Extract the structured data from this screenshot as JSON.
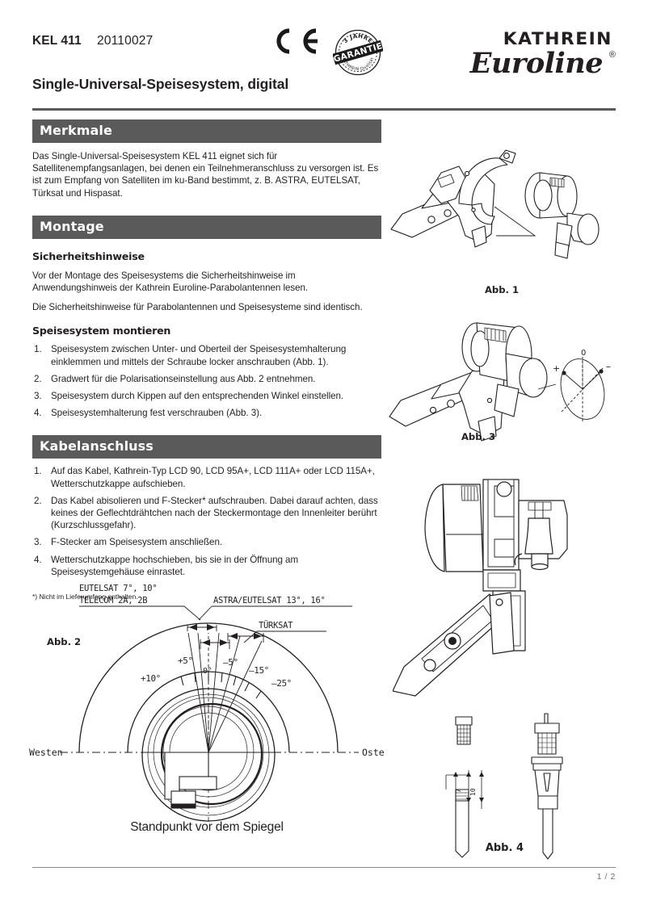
{
  "header": {
    "model": "KEL 411",
    "code": "20110027",
    "title": "Single-Universal-Speisesystem, digital",
    "ce_mark": "CE",
    "seal": {
      "top_text": "3 JAHRE",
      "band_text": "GARANTIE",
      "bottom_text": "KATHREIN Qualität"
    },
    "brand": {
      "name": "KATHREIN",
      "product_line": "Euroline",
      "registered_mark": "®"
    }
  },
  "sections": {
    "merkmale": {
      "band_label": "Merkmale",
      "paragraphs": [
        "Das Single-Universal-Speisesystem KEL 411 eignet sich für Satellitenempfangsanlagen, bei denen ein Teilnehmeranschluss zu versorgen ist. Es ist zum Empfang von Satelliten im ku-Band bestimmt, z. B. ASTRA, EUTELSAT, Türksat und Hispasat."
      ]
    },
    "montage": {
      "band_label": "Montage",
      "subhead_safety": "Sicherheitshinweise",
      "safety_paragraphs": [
        "Vor der Montage des Speisesystems die Sicherheitshinweise im Anwendungshinweis der Kathrein Euroline-Parabolantennen lesen.",
        "Die Sicherheitshinweise für Parabolantennen und Speisesysteme sind identisch."
      ],
      "subhead_mount": "Speisesystem montieren",
      "steps": [
        "Speisesystem zwischen Unter- und Oberteil der Speisesystemhalterung einklemmen und mittels der Schraube locker anschrauben (Abb. 1).",
        "Gradwert für die Polarisationseinstellung aus Abb. 2 entnehmen.",
        "Speisesystem durch Kippen auf den entsprechenden Winkel einstellen.",
        "Speisesystemhalterung fest verschrauben (Abb. 3)."
      ]
    },
    "kabelanschluss": {
      "band_label": "Kabelanschluss",
      "steps": [
        "Auf das Kabel, Kathrein-Typ LCD 90, LCD 95A+, LCD 111A+ oder LCD 115A+, Wetterschutzkappe aufschieben.",
        "Das Kabel abisolieren und F-Stecker* aufschrauben. Dabei darauf achten, dass keines der Geflechtdrähtchen nach der Steckermontage den Innenleiter berührt (Kurzschlussgefahr).",
        "F-Stecker am Speisesystem anschließen.",
        "Wetterschutzkappe hochschieben, bis sie in der Öffnung am Speisesystemgehäuse einrastet."
      ],
      "footnote": "*) Nicht im Lieferumfang enthalten."
    }
  },
  "figures": {
    "fig1": {
      "caption": "Abb. 1"
    },
    "fig3": {
      "caption": "Abb. 3",
      "angle_plus": "+",
      "angle_zero": "0",
      "angle_minus": "–"
    },
    "fig4": {
      "caption": "Abb. 4",
      "dim_a": "7",
      "dim_b": "10"
    },
    "fig2": {
      "caption": "Abb. 2",
      "title": "Standpunkt vor dem Spiegel",
      "west_label": "Westen",
      "east_label": "Osten",
      "satellites": [
        {
          "name": "EUTELSAT 7°, 10°"
        },
        {
          "name": "TELECOM 2A, 2B"
        },
        {
          "name": "ASTRA/EUTELSAT 13°, 16°"
        },
        {
          "name": "TÜRKSAT"
        }
      ],
      "angle_ticks": [
        "+10°",
        "+5°",
        "0°",
        "–5°",
        "–15°",
        "–25°"
      ]
    }
  },
  "footer": {
    "page": "1 / 2"
  },
  "colors": {
    "band": "#5a5a5a",
    "rule": "#5a5a5a",
    "text": "#231f20",
    "footer_text": "#6e6e6e"
  }
}
